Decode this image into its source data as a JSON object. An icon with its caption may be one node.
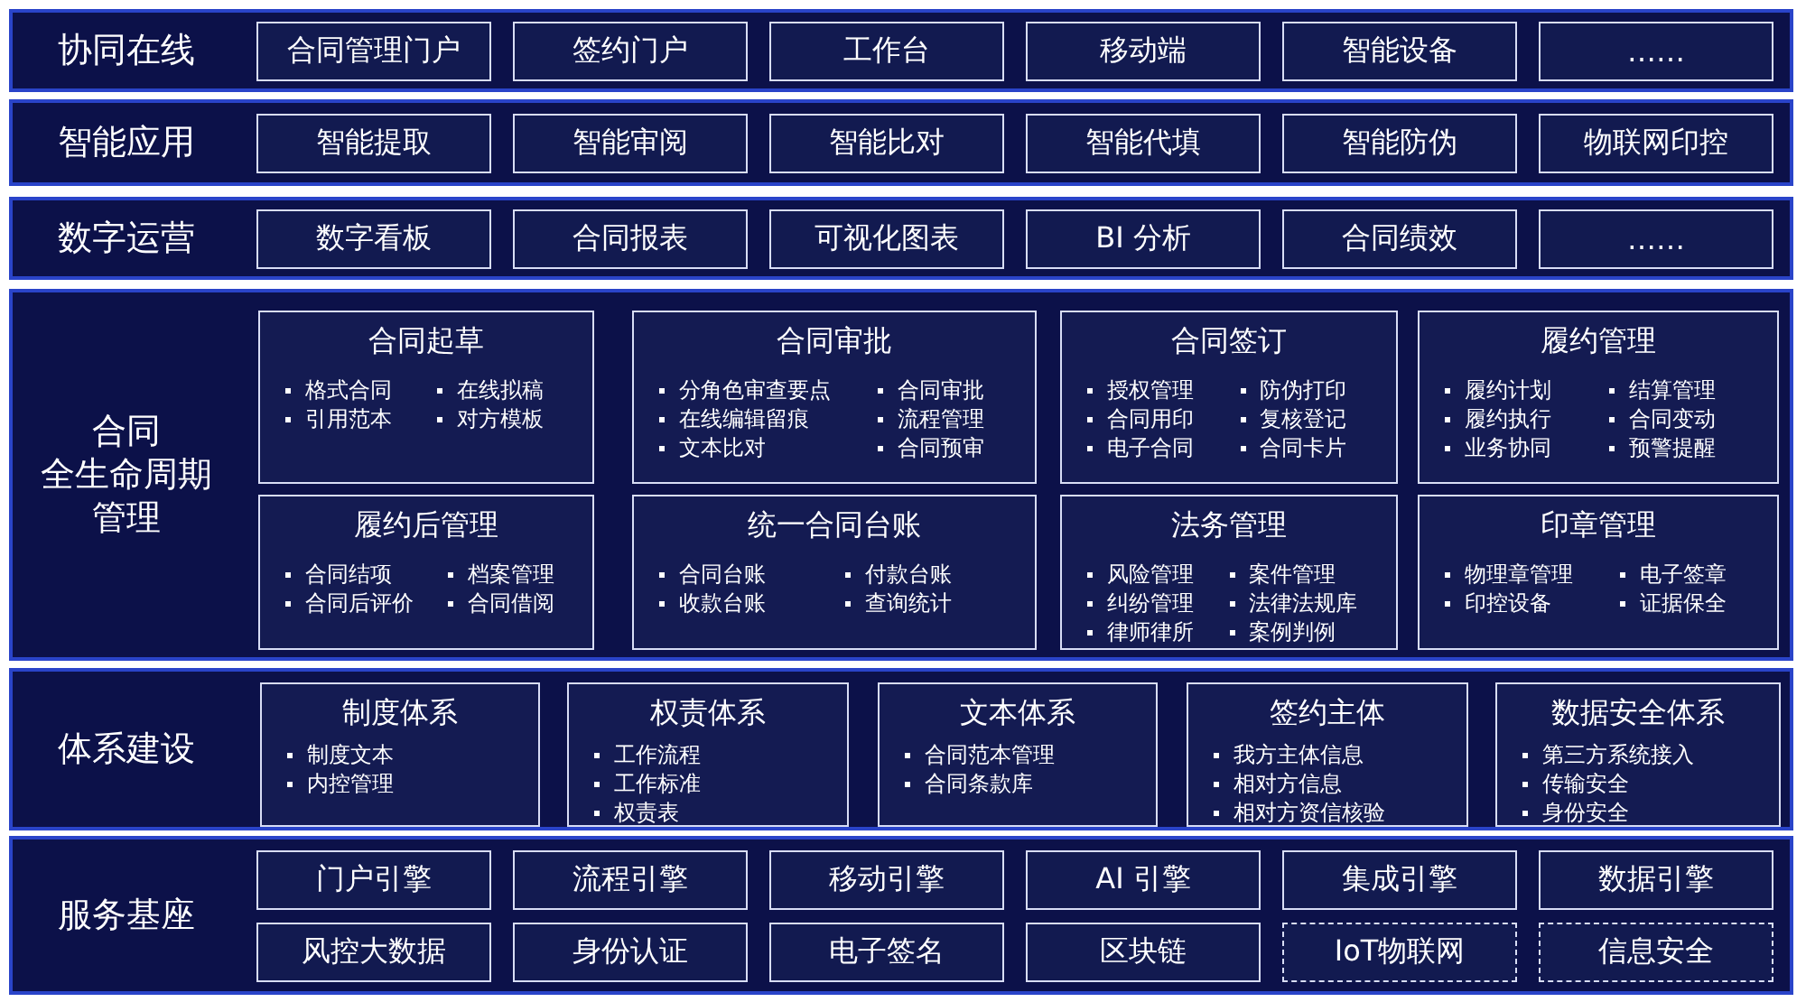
{
  "diagram": {
    "nodes": [
      {
        "text": [
          "协同在线"
        ]
      },
      {
        "text": [
          "合同管理门户"
        ],
        "in": 0
      },
      {
        "text": [
          "签约门户"
        ],
        "in": 0
      },
      {
        "text": [
          "工作台"
        ],
        "in": 0
      },
      {
        "text": [
          "移动端"
        ],
        "in": 0
      },
      {
        "text": [
          "智能设备"
        ],
        "in": 0
      },
      {
        "text": [
          "……"
        ],
        "in": 0
      },
      {
        "text": [
          "智能应用"
        ]
      },
      {
        "text": [
          "智能提取"
        ],
        "in": 7
      },
      {
        "text": [
          "智能审阅"
        ],
        "in": 7
      },
      {
        "text": [
          "智能比对"
        ],
        "in": 7
      },
      {
        "text": [
          "智能代填"
        ],
        "in": 7
      },
      {
        "text": [
          "智能防伪"
        ],
        "in": 7
      },
      {
        "text": [
          "物联网印控"
        ],
        "in": 7
      },
      {
        "text": [
          "数字运营"
        ]
      },
      {
        "text": [
          "数字看板"
        ],
        "in": 14
      },
      {
        "text": [
          "合同报表"
        ],
        "in": 14
      },
      {
        "text": [
          "可视化图表"
        ],
        "in": 14
      },
      {
        "text": [
          "BI 分析"
        ],
        "in": 14
      },
      {
        "text": [
          "合同绩效"
        ],
        "in": 14
      },
      {
        "text": [
          "……"
        ],
        "in": 14
      },
      {
        "text": [
          "合同全生命周期管理"
        ]
      },
      {
        "text": [
          "合同起草",
          "格式合同",
          "在线拟稿",
          "引用范本",
          "对方模板"
        ],
        "in": 21
      },
      {
        "text": [
          "合同审批",
          "分角色审查要点",
          "合同审批",
          "在线编辑留痕",
          "流程管理",
          "文本比对",
          "合同预审"
        ],
        "in": 21
      },
      {
        "text": [
          "合同签订",
          "授权管理",
          "防伪打印",
          "合同用印",
          "复核登记",
          "电子合同",
          "合同卡片"
        ],
        "in": 21
      },
      {
        "text": [
          "履约管理",
          "履约计划",
          "结算管理",
          "履约执行",
          "合同变动",
          "业务协同",
          "预警提醒"
        ],
        "in": 21
      },
      {
        "text": [
          "履约后管理",
          "合同结项",
          "档案管理",
          "合同后评价",
          "合同借阅"
        ],
        "in": 21
      },
      {
        "text": [
          "统一合同台账",
          "合同台账",
          "付款台账",
          "收款台账",
          "查询统计"
        ],
        "in": 21
      },
      {
        "text": [
          "法务管理",
          "风险管理",
          "案件管理",
          "纠纷管理",
          "法律法规库",
          "律师律所",
          "案例判例"
        ],
        "in": 21
      },
      {
        "text": [
          "印章管理",
          "物理章管理",
          "电子签章",
          "印控设备",
          "证据保全"
        ],
        "in": 21
      },
      {
        "text": [
          "体系建设"
        ]
      },
      {
        "text": [
          "制度体系",
          "制度文本",
          "内控管理"
        ],
        "in": 30
      },
      {
        "text": [
          "权责体系",
          "工作流程",
          "工作标准",
          "权责表"
        ],
        "in": 30
      },
      {
        "text": [
          "文本体系",
          "合同范本管理",
          "合同条款库"
        ],
        "in": 30
      },
      {
        "text": [
          "签约主体",
          "我方主体信息",
          "相对方信息",
          "相对方资信核验"
        ],
        "in": 30
      },
      {
        "text": [
          "数据安全体系",
          "第三方系统接入",
          "传输安全",
          "身份安全"
        ],
        "in": 30
      },
      {
        "text": [
          "服务基座"
        ]
      },
      {
        "text": [
          "门户引擎"
        ],
        "in": 36
      },
      {
        "text": [
          "流程引擎"
        ],
        "in": 36
      },
      {
        "text": [
          "移动引擎"
        ],
        "in": 36
      },
      {
        "text": [
          "AI 引擎"
        ],
        "in": 36
      },
      {
        "text": [
          "集成引擎"
        ],
        "in": 36
      },
      {
        "text": [
          "数据引擎"
        ],
        "in": 36
      },
      {
        "text": [
          "风控大数据"
        ],
        "in": 36
      },
      {
        "text": [
          "身份认证"
        ],
        "in": 36
      },
      {
        "text": [
          "电子签名"
        ],
        "in": 36
      },
      {
        "text": [
          "区块链"
        ],
        "in": 36
      },
      {
        "text": [
          "IoT物联网"
        ],
        "in": 36
      },
      {
        "text": [
          "信息安全"
        ],
        "in": 36
      }
    ]
  }
}
